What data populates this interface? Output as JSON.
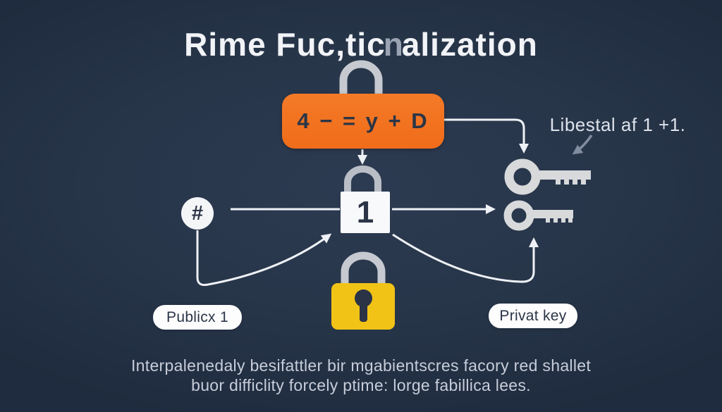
{
  "title": {
    "prefix": "Rime Fuc,tic",
    "ghost": "n",
    "suffix": "alization"
  },
  "formula_box": {
    "label": "4 − = y + D"
  },
  "annotation": {
    "label": "Libestal af 1 +1."
  },
  "hash_node": {
    "symbol": "#"
  },
  "center_lock": {
    "digit": "1"
  },
  "labels": {
    "public": "Publicx 1",
    "private": "Privat key"
  },
  "caption": {
    "line1": "Interpalenedaly besifattler bir mgabientscres facory red shallet",
    "line2": "buor difficlity forcely ptime: lorge fabillica lees."
  },
  "colors": {
    "background": "#273549",
    "formula_box_orange": "#f2711f",
    "yellow_lock": "#f1c316",
    "key_gray": "#d7d9db",
    "shackle_gray": "#c2c6cc",
    "line_white": "#eef1f5",
    "navy_text": "#2b3546",
    "annotation_arrow_gray": "#828ca0"
  }
}
